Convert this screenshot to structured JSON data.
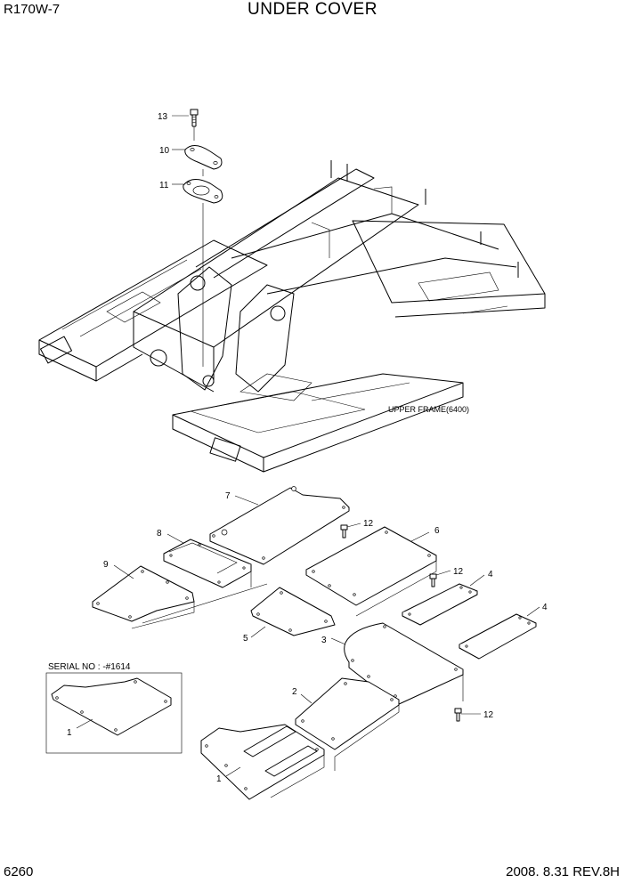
{
  "header": {
    "model": "R170W-7",
    "title": "UNDER COVER"
  },
  "footer": {
    "page_number": "6260",
    "revision": "2008. 8.31  REV.8H"
  },
  "diagram": {
    "frame_label": "UPPER FRAME(6400)",
    "serial_label": "SERIAL NO : -#1614",
    "callouts": {
      "c1a": "1",
      "c1b": "1",
      "c2": "2",
      "c3": "3",
      "c4a": "4",
      "c4b": "4",
      "c5": "5",
      "c6": "6",
      "c7": "7",
      "c8": "8",
      "c9": "9",
      "c10": "10",
      "c11": "11",
      "c12a": "12",
      "c12b": "12",
      "c12c": "12",
      "c13": "13"
    }
  }
}
